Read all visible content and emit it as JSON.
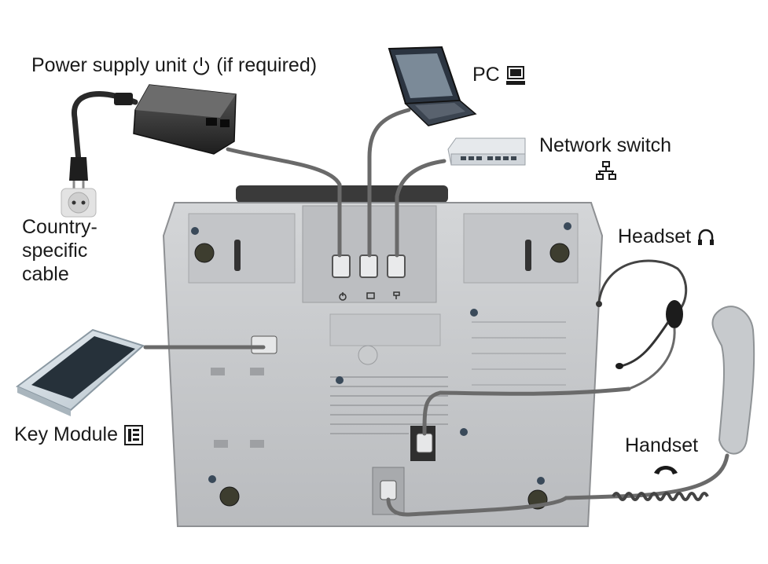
{
  "labels": {
    "power_supply": "Power supply unit",
    "power_supply_note": "(if required)",
    "pc": "PC",
    "network_switch": "Network switch",
    "headset": "Headset",
    "country_cable_line1": "Country-",
    "country_cable_line2": "specific",
    "country_cable_line3": "cable",
    "key_module": "Key Module",
    "handset": "Handset"
  },
  "icons": {
    "power": "power-icon",
    "pc": "pc-icon",
    "network": "network-icon",
    "headset": "headset-icon",
    "key_module": "key-module-icon",
    "handset": "handset-icon"
  },
  "colors": {
    "phone_body": "#c9cbcd",
    "phone_dark": "#a9abad",
    "cable": "#6a6a6a",
    "label": "#1a1a1a"
  }
}
